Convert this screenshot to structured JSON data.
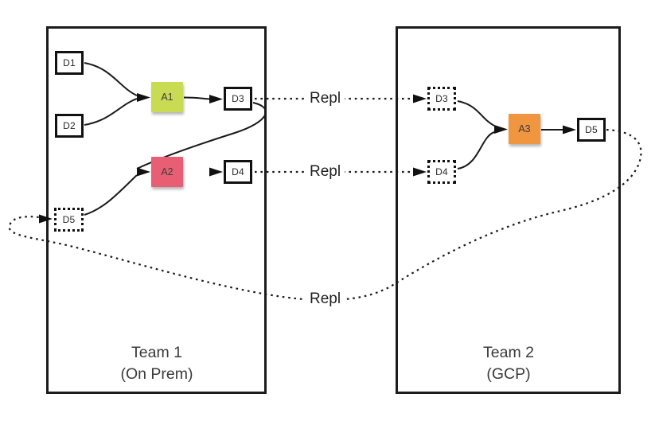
{
  "diagram": {
    "team1": {
      "caption_line1": "Team 1",
      "caption_line2": "(On Prem)",
      "nodes": {
        "d1": {
          "label": "D1",
          "type": "data-store"
        },
        "d2": {
          "label": "D2",
          "type": "data-store"
        },
        "a1": {
          "label": "A1",
          "type": "app",
          "color": "#c9da53"
        },
        "d3": {
          "label": "D3",
          "type": "data-store"
        },
        "a2": {
          "label": "A2",
          "type": "app",
          "color": "#e85f74"
        },
        "d4": {
          "label": "D4",
          "type": "data-store"
        },
        "d5": {
          "label": "D5",
          "type": "replica-data-store"
        }
      }
    },
    "team2": {
      "caption_line1": "Team 2",
      "caption_line2": "(GCP)",
      "nodes": {
        "d3": {
          "label": "D3",
          "type": "replica-data-store"
        },
        "d4": {
          "label": "D4",
          "type": "replica-data-store"
        },
        "a3": {
          "label": "A3",
          "type": "app",
          "color": "#f09540"
        },
        "d5": {
          "label": "D5",
          "type": "data-store"
        }
      }
    },
    "repl_labels": {
      "top": "Repl",
      "middle": "Repl",
      "bottom": "Repl"
    },
    "edges": [
      {
        "from": "Team1.D1",
        "to": "Team1.A1",
        "style": "solid"
      },
      {
        "from": "Team1.D2",
        "to": "Team1.A1",
        "style": "solid"
      },
      {
        "from": "Team1.A1",
        "to": "Team1.D3",
        "style": "solid"
      },
      {
        "from": "Team1.D3",
        "to": "Team1.A2",
        "style": "solid"
      },
      {
        "from": "Team1.D5",
        "to": "Team1.A2",
        "style": "solid"
      },
      {
        "from": "Team1.A2",
        "to": "Team1.D4",
        "style": "solid"
      },
      {
        "from": "Team1.D3",
        "to": "Team2.D3",
        "style": "dotted",
        "label": "Repl"
      },
      {
        "from": "Team1.D4",
        "to": "Team2.D4",
        "style": "dotted",
        "label": "Repl"
      },
      {
        "from": "Team2.D3",
        "to": "Team2.A3",
        "style": "solid"
      },
      {
        "from": "Team2.D4",
        "to": "Team2.A3",
        "style": "solid"
      },
      {
        "from": "Team2.A3",
        "to": "Team2.D5",
        "style": "solid"
      },
      {
        "from": "Team2.D5",
        "to": "Team1.D5",
        "style": "dotted",
        "label": "Repl"
      }
    ],
    "colors": {
      "stroke": "#1a1a1a",
      "a1_sticky": "#c9da53",
      "a2_sticky": "#e85f74",
      "a3_sticky": "#f09540",
      "background": "#ffffff"
    }
  }
}
